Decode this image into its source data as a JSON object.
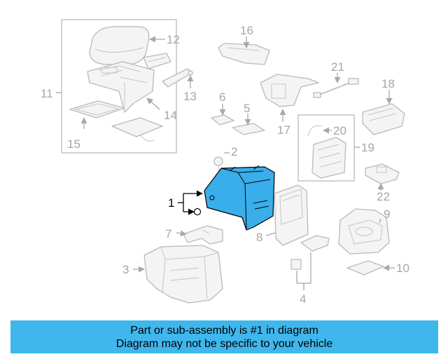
{
  "diagram": {
    "callouts": [
      "1",
      "2",
      "3",
      "4",
      "5",
      "6",
      "7",
      "8",
      "9",
      "10",
      "11",
      "12",
      "13",
      "14",
      "15",
      "16",
      "17",
      "18",
      "19",
      "20",
      "21",
      "22"
    ],
    "highlight_color": "#3aaeea",
    "highlighted_part": "1"
  },
  "banner": {
    "line1": "Part or sub-assembly is #1 in diagram",
    "line2": "Diagram may not be specific to your vehicle",
    "background": "#3fb7ed"
  }
}
